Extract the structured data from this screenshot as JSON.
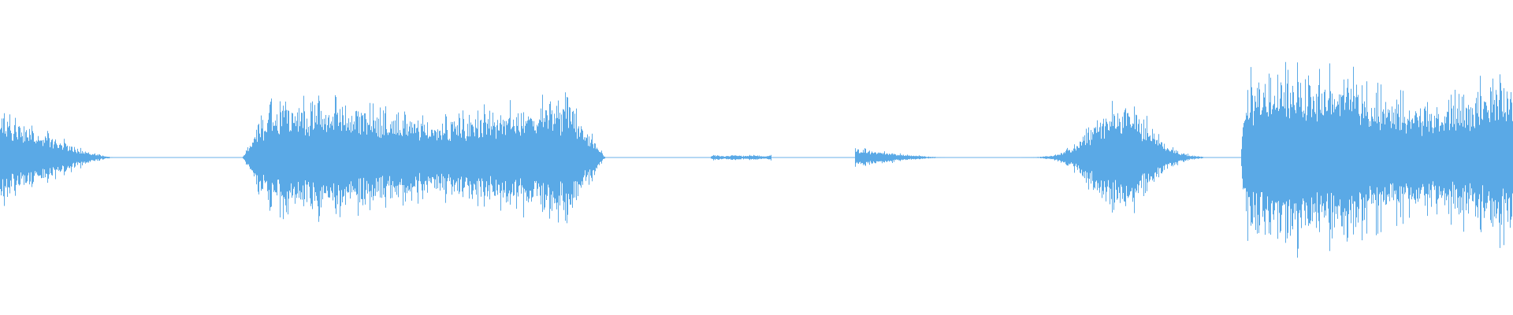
{
  "waveform": {
    "color": "#5aa9e6",
    "background": "#ffffff",
    "bursts": [
      {
        "name": "burst-1",
        "start": 0.0,
        "end": 0.075,
        "amplitude": 0.35,
        "style": "decay"
      },
      {
        "name": "burst-2",
        "start": 0.16,
        "end": 0.4,
        "amplitude": 0.42,
        "style": "sustain"
      },
      {
        "name": "burst-3",
        "start": 0.47,
        "end": 0.51,
        "amplitude": 0.02,
        "style": "faint"
      },
      {
        "name": "burst-4",
        "start": 0.565,
        "end": 0.625,
        "amplitude": 0.07,
        "style": "decay"
      },
      {
        "name": "burst-5",
        "start": 0.675,
        "end": 0.795,
        "amplitude": 0.4,
        "style": "peak-center"
      },
      {
        "name": "burst-6",
        "start": 0.82,
        "end": 1.0,
        "amplitude": 0.68,
        "style": "sustain-loud"
      }
    ]
  }
}
